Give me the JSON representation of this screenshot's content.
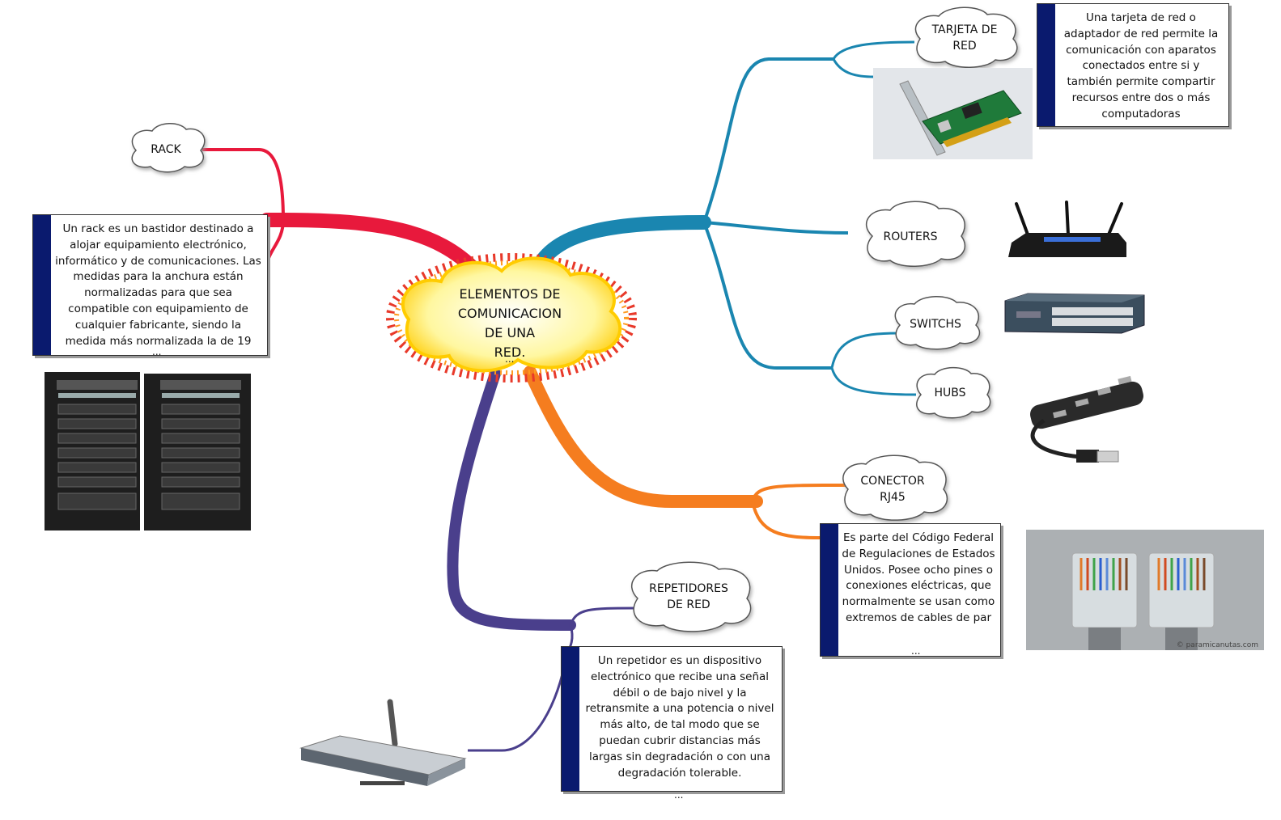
{
  "center": {
    "title": "ELEMENTOS DE\nCOMUNICACION\nDE UNA\nRED.",
    "ellipsis": "..."
  },
  "nodes": {
    "rack": "RACK",
    "tarjeta": "TARJETA DE\nRED",
    "routers": "ROUTERS",
    "switchs": "SWITCHS",
    "hubs": "HUBS",
    "conector": "CONECTOR\nRJ45",
    "repetidores": "REPETIDORES\nDE RED"
  },
  "notes": {
    "rack": "Un rack es un bastidor destinado a alojar equipamiento electrónico, informático y de comunicaciones. Las medidas para la anchura están normalizadas para que sea compatible con equipamiento de cualquier fabricante, siendo la medida más normalizada la de 19",
    "tarjeta": "Una tarjeta de red o adaptador de red permite la comunicación con aparatos conectados entre si y también permite compartir recursos entre dos o más computadoras",
    "conector": "Es parte del Código Federal de Regulaciones de Estados Unidos. Posee ocho pines o conexiones eléctricas, que normalmente se usan como extremos de cables de par",
    "repetidores": "Un repetidor es un dispositivo electrónico que recibe una señal débil o de bajo nivel y la retransmite a una potencia o nivel más alto, de tal modo que se puedan cubrir distancias más largas sin degradación o con una degradación tolerable.",
    "ellipsis": "..."
  },
  "images": {
    "rj45_watermark": "© paramicanutas.com"
  },
  "colors": {
    "red_branch": "#e8193c",
    "blue_branch": "#1a86b0",
    "orange_branch": "#f57d1f",
    "purple_branch": "#4a3f8c",
    "note_bar": "#0a1a6e",
    "center_fill": "#fff9b0"
  }
}
